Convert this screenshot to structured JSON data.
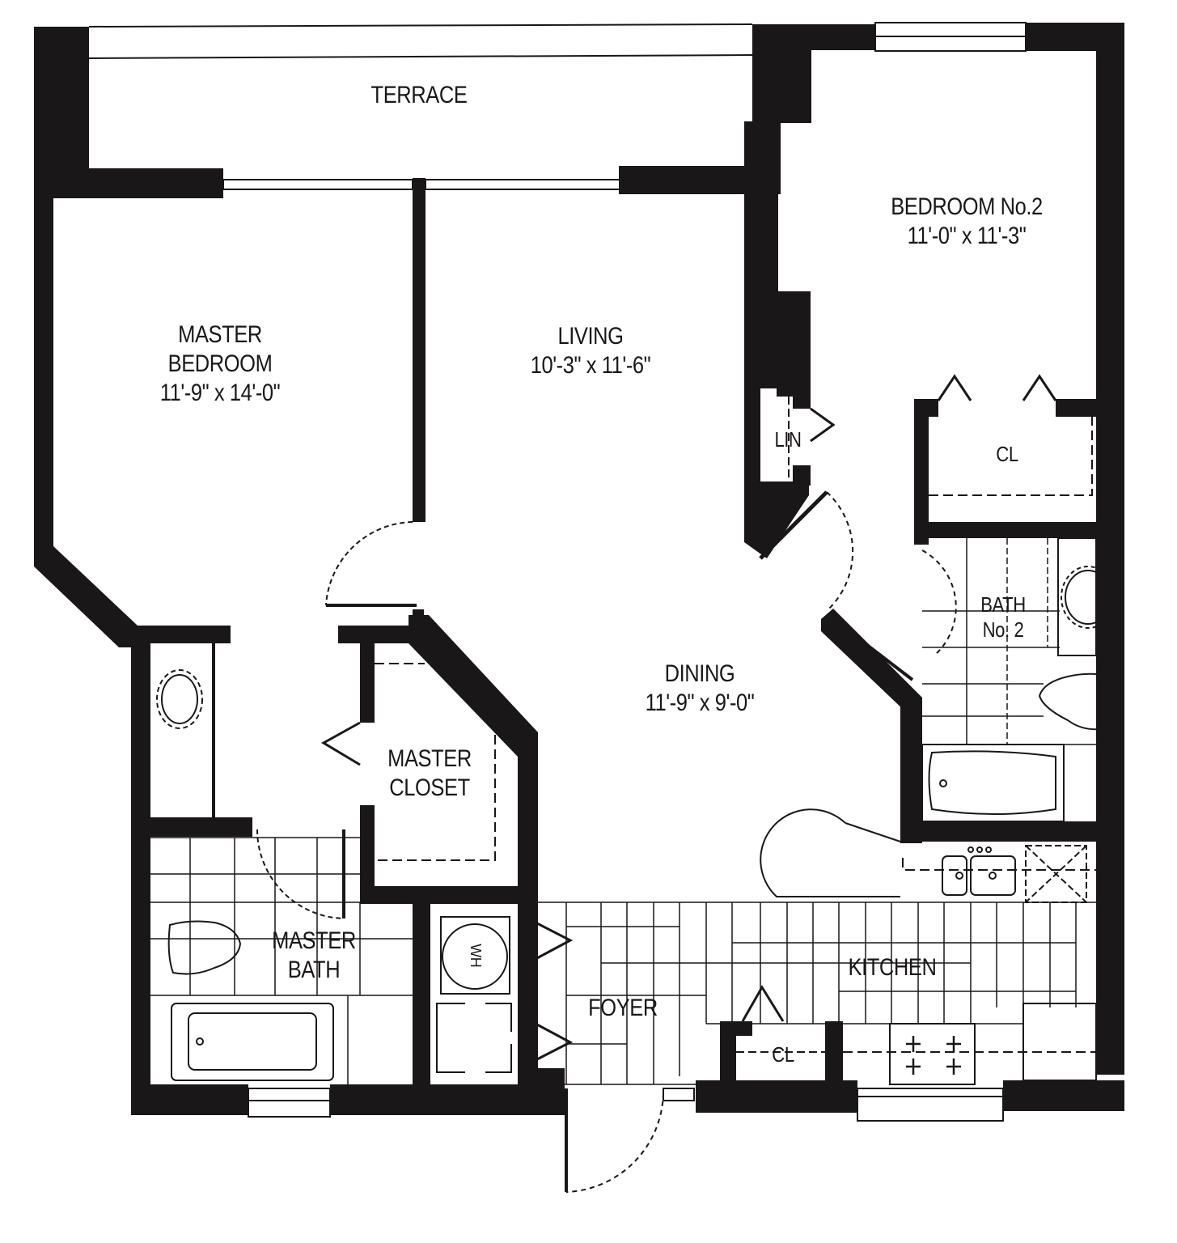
{
  "title": "Two Bedroom Apartment Floor Plan",
  "colors": {
    "wall": "#1a1718",
    "background": "#ffffff",
    "line": "#1a1718"
  },
  "rooms": {
    "terrace": {
      "name": "TERRACE"
    },
    "master_bedroom": {
      "name_line1": "MASTER",
      "name_line2": "BEDROOM",
      "dimensions": "11'-9\" x 14'-0\""
    },
    "living": {
      "name": "LIVING",
      "dimensions": "10'-3\" x 11'-6\""
    },
    "bedroom2": {
      "name": "BEDROOM No.2",
      "dimensions": "11'-0\" x 11'-3\""
    },
    "linen": {
      "name": "LIN"
    },
    "closet_bedroom2": {
      "name": "CL"
    },
    "bath2": {
      "name_line1": "BATH",
      "name_line2": "No. 2"
    },
    "dining": {
      "name": "DINING",
      "dimensions": "11'-9\" x 9'-0\""
    },
    "master_closet": {
      "name_line1": "MASTER",
      "name_line2": "CLOSET"
    },
    "master_bath": {
      "name_line1": "MASTER",
      "name_line2": "BATH"
    },
    "foyer": {
      "name": "FOYER"
    },
    "kitchen": {
      "name": "KITCHEN"
    },
    "closet_foyer": {
      "name": "CL"
    }
  },
  "fixtures": {
    "water_heater": {
      "label": "WH"
    }
  }
}
